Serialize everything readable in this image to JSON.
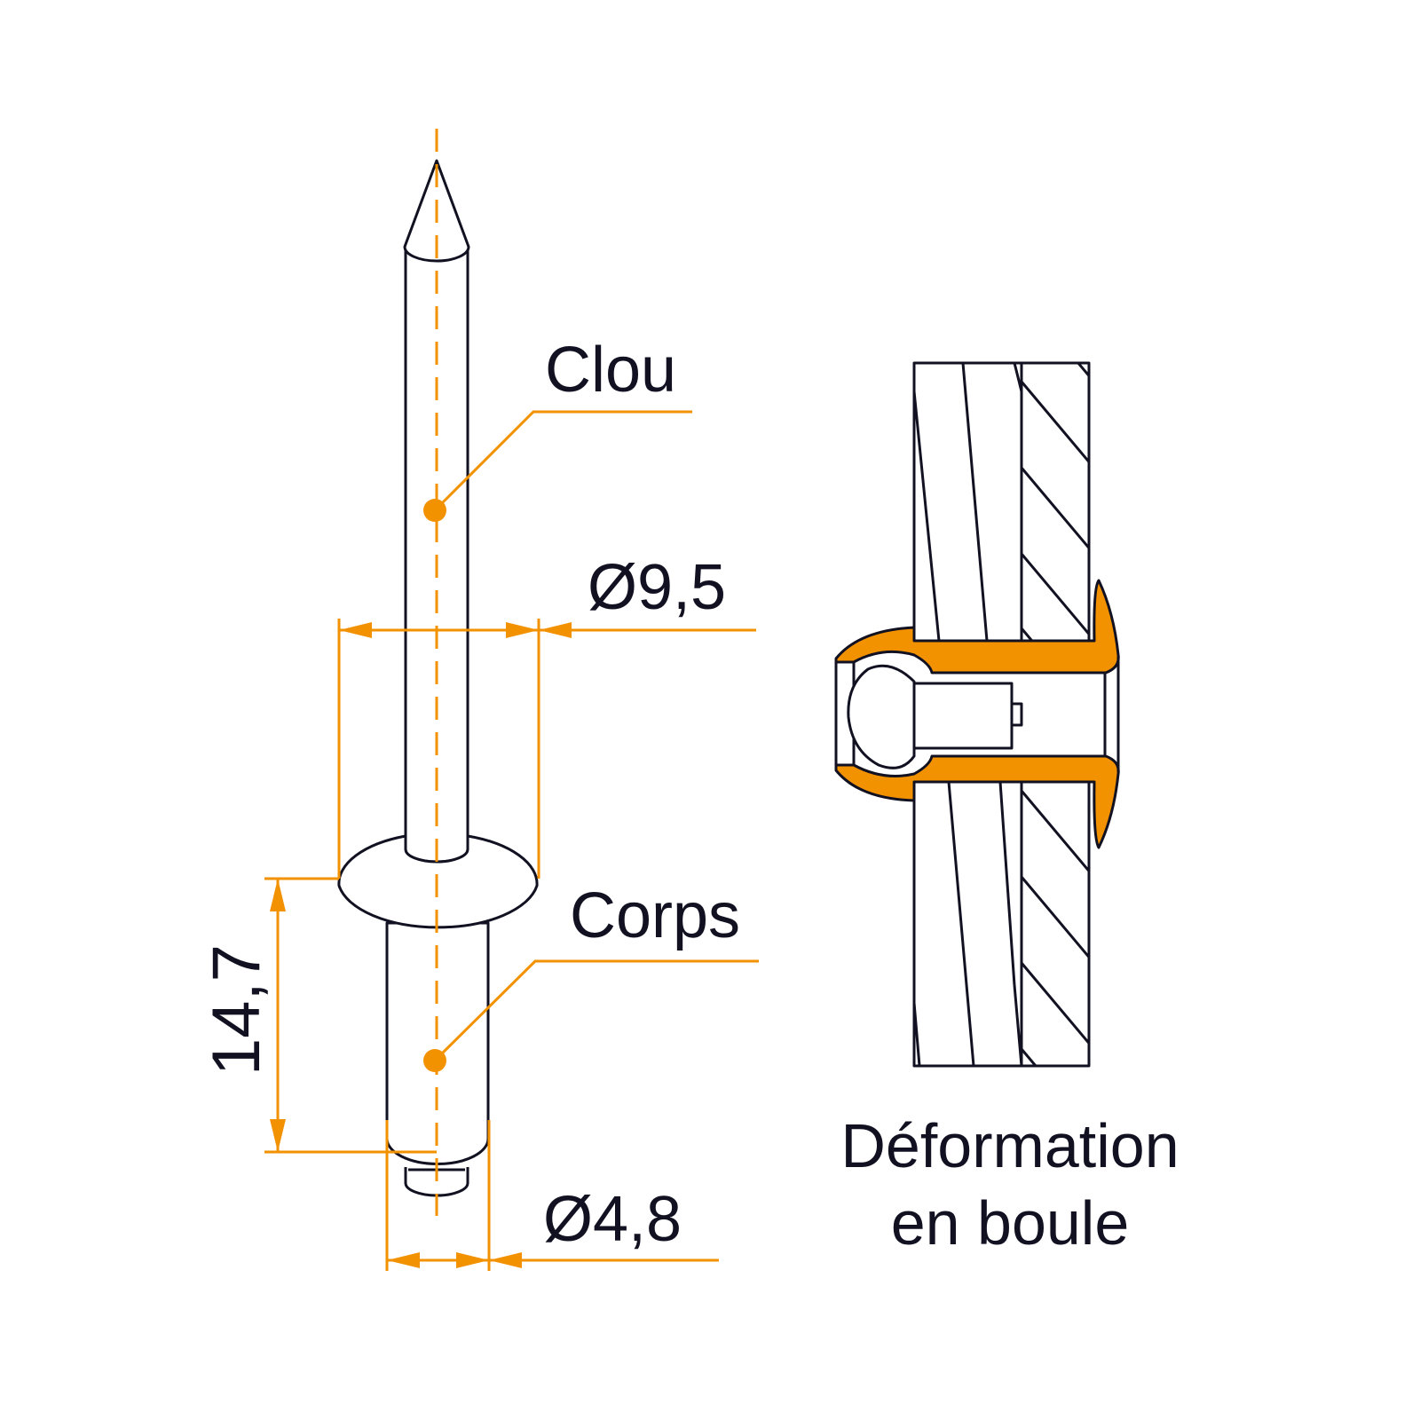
{
  "labels": {
    "nail": "Clou",
    "body": "Corps",
    "head_diameter": "Ø9,5",
    "body_diameter": "Ø4,8",
    "length": "14,7",
    "caption_line1": "Déformation",
    "caption_line2": "en boule"
  },
  "colors": {
    "accent": "#f39200",
    "stroke": "#111122",
    "background": "#ffffff"
  }
}
